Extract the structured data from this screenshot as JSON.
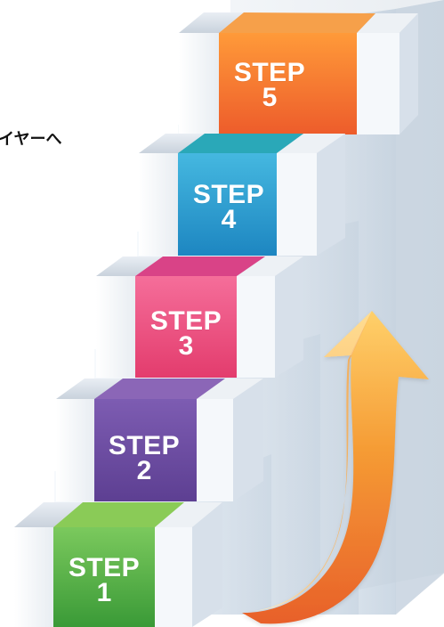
{
  "caption_fragment": "イヤーへ",
  "steps": [
    {
      "word": "STEP",
      "number": "1",
      "color": "#62b344"
    },
    {
      "word": "STEP",
      "number": "2",
      "color": "#6b4c9d"
    },
    {
      "word": "STEP",
      "number": "3",
      "color": "#ec4a78"
    },
    {
      "word": "STEP",
      "number": "4",
      "color": "#2e96c8"
    },
    {
      "word": "STEP",
      "number": "5",
      "color": "#f26d2a"
    }
  ],
  "arrow": {
    "color": "#f47a23",
    "direction": "up"
  }
}
